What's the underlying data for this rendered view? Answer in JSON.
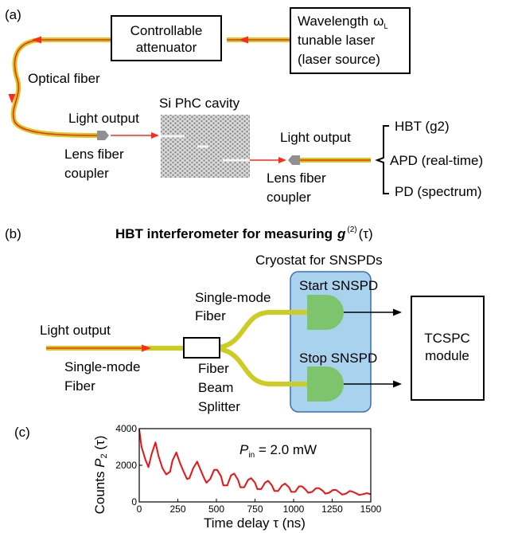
{
  "panel_a": {
    "label": "(a)",
    "attenuator": [
      "Controllable",
      "attenuator"
    ],
    "laser": {
      "line1": "Wavelength",
      "omega": "ω",
      "omega_sub": "L",
      "line2": "tunable laser",
      "line3": "(laser source)"
    },
    "optical_fiber": "Optical fiber",
    "light_output_left": "Light output",
    "lens_coupler_left": [
      "Lens fiber",
      "coupler"
    ],
    "cavity": "Si PhC cavity",
    "light_output_right": "Light output",
    "lens_coupler_right": [
      "Lens fiber",
      "coupler"
    ],
    "outputs": [
      "HBT (g2)",
      "APD (real-time)",
      "PD (spectrum)"
    ]
  },
  "panel_b": {
    "label": "(b)",
    "title": "HBT interferometer for measuring",
    "title_g": "g",
    "title_sup": "(2)",
    "title_tau": "(τ)",
    "cryostat": "Cryostat for SNSPDs",
    "start": "Start SNSPD",
    "stop": "Stop SNSPD",
    "smf_top": [
      "Single-mode",
      "Fiber"
    ],
    "light_output": "Light output",
    "smf_bottom": [
      "Single-mode",
      "Fiber"
    ],
    "splitter": [
      "Fiber",
      "Beam",
      "Splitter"
    ],
    "tcspc": [
      "TCSPC",
      "module"
    ]
  },
  "panel_c": {
    "label": "(c)",
    "annotation_p": "P",
    "annotation_sub": "in",
    "annotation_value": " = 2.0 mW",
    "ylabel_main": "Counts ",
    "ylabel_p": "P",
    "ylabel_sub": "2",
    "ylabel_tau": " (τ)",
    "xlabel": "Time delay τ (ns)"
  },
  "colors": {
    "fiber": "#cccc22",
    "core": "#ff2a1a",
    "detector": "#7dc46d",
    "cryostat": "#a9d2ef",
    "cryostat_edge": "#3b6fb0",
    "coupler": "#909090",
    "trace": "#ee1111"
  },
  "chart_data": {
    "type": "line",
    "title": "",
    "xlabel": "Time delay τ (ns)",
    "ylabel": "Counts P2 (τ)",
    "xlim": [
      0,
      1500
    ],
    "ylim": [
      0,
      4000
    ],
    "xticks": [
      0,
      250,
      500,
      750,
      1000,
      1250,
      1500
    ],
    "yticks": [
      0,
      2000,
      4000
    ],
    "grid": false,
    "series": [
      {
        "x": [
          0,
          15,
          40,
          60,
          80,
          105,
          125,
          150,
          175,
          200,
          215,
          240,
          265,
          285,
          310,
          325,
          350,
          375,
          395,
          420,
          435,
          460,
          485,
          505,
          530,
          545,
          570,
          595,
          615,
          640,
          655,
          680,
          705,
          725,
          750,
          765,
          790,
          815,
          835,
          860,
          875,
          900,
          925,
          945,
          970,
          985,
          1010,
          1035,
          1055,
          1080,
          1095,
          1120,
          1145,
          1165,
          1190,
          1205,
          1230,
          1255,
          1275,
          1300,
          1315,
          1340,
          1365,
          1385,
          1410,
          1425,
          1450,
          1475,
          1500
        ],
        "y": [
          3950,
          3000,
          2300,
          1900,
          2600,
          3250,
          2500,
          1850,
          1500,
          1650,
          2250,
          2700,
          2100,
          1700,
          1250,
          1300,
          1850,
          2200,
          1800,
          1300,
          1050,
          1250,
          1750,
          1750,
          1400,
          900,
          900,
          1450,
          1550,
          1200,
          800,
          800,
          1200,
          1300,
          1050,
          700,
          700,
          1050,
          1150,
          900,
          600,
          600,
          900,
          1000,
          800,
          550,
          550,
          850,
          850,
          650,
          500,
          550,
          750,
          750,
          600,
          450,
          500,
          650,
          650,
          500,
          400,
          450,
          600,
          550,
          450,
          380,
          420,
          480,
          420
        ]
      }
    ]
  }
}
